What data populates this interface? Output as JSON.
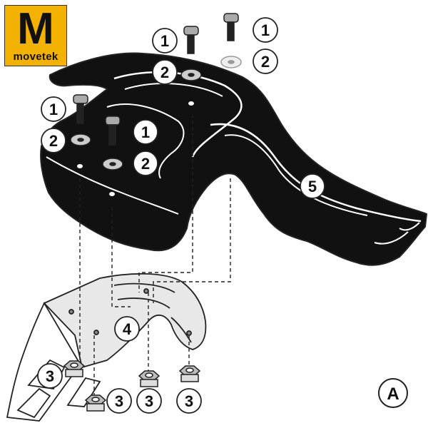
{
  "logo": {
    "initial": "M",
    "name": "movetek"
  },
  "callouts": [
    {
      "id": "c1a",
      "text": "1"
    },
    {
      "id": "c1b",
      "text": "1"
    },
    {
      "id": "c1c",
      "text": "1"
    },
    {
      "id": "c1d",
      "text": "1"
    },
    {
      "id": "c2a",
      "text": "2"
    },
    {
      "id": "c2b",
      "text": "2"
    },
    {
      "id": "c2c",
      "text": "2"
    },
    {
      "id": "c2d",
      "text": "2"
    },
    {
      "id": "c3a",
      "text": "3"
    },
    {
      "id": "c3b",
      "text": "3"
    },
    {
      "id": "c3c",
      "text": "3"
    },
    {
      "id": "c3d",
      "text": "3"
    },
    {
      "id": "c4",
      "text": "4"
    },
    {
      "id": "c5",
      "text": "5"
    }
  ],
  "view_label": "A",
  "colors": {
    "logo_bg": "#f4b200",
    "part_fill": "#111111",
    "line": "#222222"
  }
}
